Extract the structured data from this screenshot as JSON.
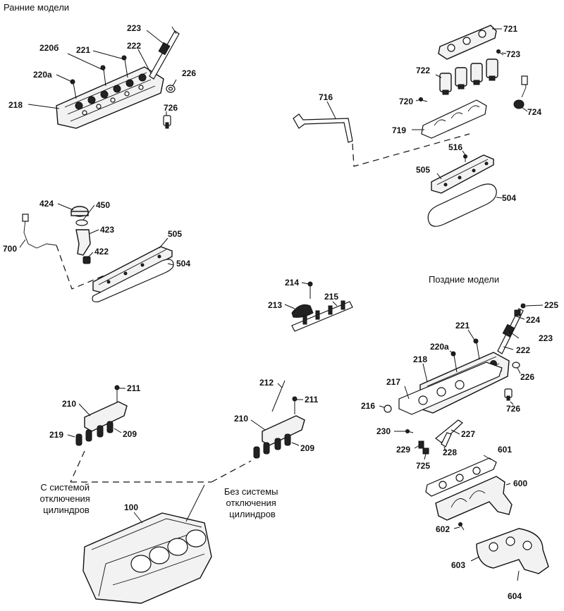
{
  "captions": {
    "early_models": "Ранние модели",
    "late_models": "Поздние модели",
    "with_afm_1": "С системой",
    "with_afm_2": "отключения",
    "with_afm_3": "цилиндров",
    "without_afm_1": "Без системы",
    "without_afm_2": "отключения",
    "without_afm_3": "цилиндров"
  },
  "labels": {
    "l223a": "223",
    "l220b": "220б",
    "l221a": "221",
    "l222a": "222",
    "l220a_a": "220a",
    "l226a": "226",
    "l218a": "218",
    "l726a": "726",
    "l721": "721",
    "l723": "723",
    "l722": "722",
    "l720": "720",
    "l724": "724",
    "l716": "716",
    "l719": "719",
    "l516": "516",
    "l505a": "505",
    "l504a": "504",
    "l424": "424",
    "l450": "450",
    "l423": "423",
    "l422": "422",
    "l700": "700",
    "l505b": "505",
    "l504b": "504",
    "l214": "214",
    "l213": "213",
    "l215": "215",
    "l225": "225",
    "l224": "224",
    "l223b": "223",
    "l221b": "221",
    "l220a_b": "220a",
    "l222b": "222",
    "l218b": "218",
    "l217": "217",
    "l226b": "226",
    "l216": "216",
    "l726b": "726",
    "l230": "230",
    "l227": "227",
    "l229": "229",
    "l228": "228",
    "l725": "725",
    "l601": "601",
    "l600": "600",
    "l602": "602",
    "l603": "603",
    "l604": "604",
    "l211a": "211",
    "l210a": "210",
    "l219": "219",
    "l209a": "209",
    "l212": "212",
    "l211b": "211",
    "l210b": "210",
    "l209b": "209",
    "l100": "100"
  }
}
